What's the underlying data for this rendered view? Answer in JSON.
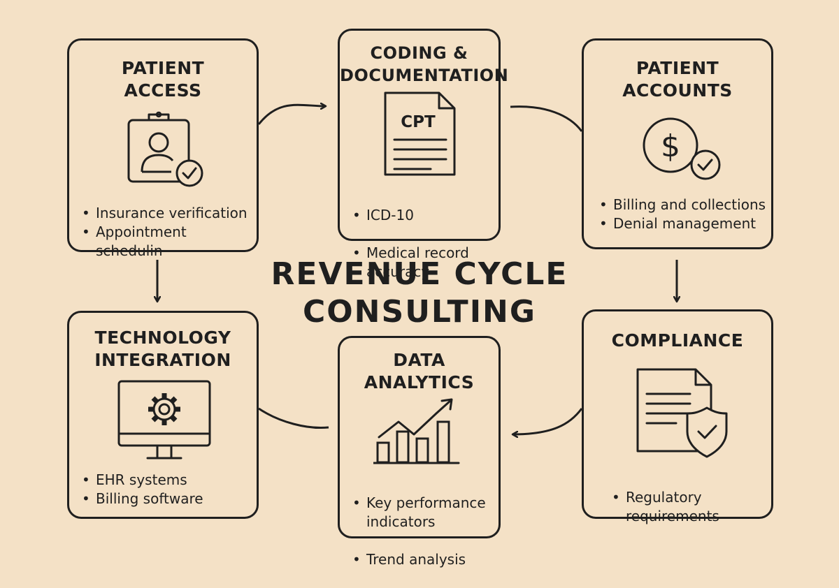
{
  "title": "REVENUE CYCLE\nCONSULTING",
  "cards": {
    "patient_access": {
      "title": "PATIENT\nACCESS",
      "icon": "clipboard-user-check-icon",
      "items": [
        "Insurance verification",
        "Appointment schedulin"
      ]
    },
    "coding": {
      "title": "CODING &\nDOCUMENTATION",
      "icon": "cpt-document-icon",
      "icon_text": "CPT",
      "items": [
        "ICD-10",
        "Medical record\naccuracy"
      ]
    },
    "patient_accounts": {
      "title": "PATIENT\nACCOUNTS",
      "icon": "dollar-check-icon",
      "icon_text": "$",
      "items": [
        "Billing and collections",
        "Denial management"
      ]
    },
    "compliance": {
      "title": "COMPLIANCE",
      "icon": "document-shield-icon",
      "items": [
        "Regulatory\nrequirements"
      ]
    },
    "data_analytics": {
      "title": "DATA\nANALYTICS",
      "icon": "bar-chart-trend-icon",
      "items": [
        "Key performance\nindicators",
        "Trend analysis"
      ]
    },
    "technology": {
      "title": "TECHNOLOGY\nINTEGRATION",
      "icon": "monitor-gear-icon",
      "items": [
        "EHR systems",
        "Billing software"
      ]
    }
  },
  "colors": {
    "background": "#f4e1c6",
    "ink": "#1f1f1f"
  }
}
